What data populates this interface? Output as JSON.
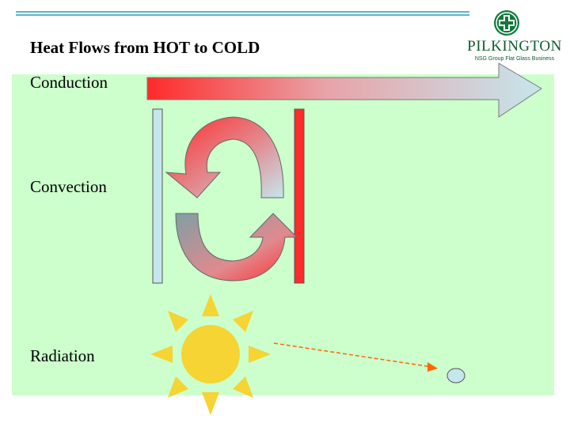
{
  "slide": {
    "title": "Heat Flows from HOT to COLD"
  },
  "logo": {
    "name": "PILKINGTON",
    "tagline": "NSG Group Flat Glass Business"
  },
  "labels": {
    "conduction": "Conduction",
    "convection": "Convection",
    "radiation": "Radiation"
  },
  "colors": {
    "panel": "#ccffcc",
    "hot": "#ff2a2a",
    "cold": "#c5e6ec",
    "sun": "#f5d433",
    "ray": "#ff6600",
    "rule": "#5fb3c9"
  }
}
